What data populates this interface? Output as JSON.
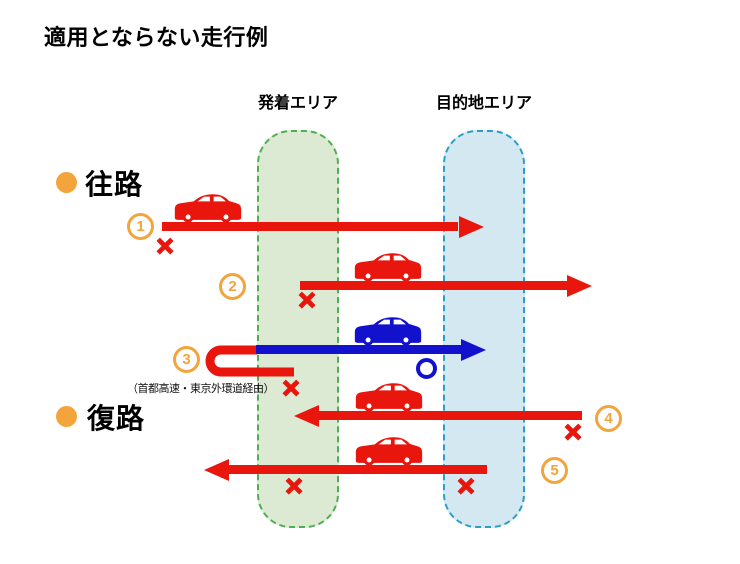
{
  "title": "適用とならない走行例",
  "areas": {
    "departure": {
      "label": "発着エリア"
    },
    "destination": {
      "label": "目的地エリア"
    }
  },
  "sections": {
    "outbound": {
      "label": "往路"
    },
    "return": {
      "label": "復路"
    }
  },
  "routes": [
    {
      "number": "1"
    },
    {
      "number": "2"
    },
    {
      "number": "3",
      "note": "（首都高速・東京外環道経由）"
    },
    {
      "number": "4"
    },
    {
      "number": "5"
    }
  ],
  "marks": {
    "ng": "×"
  },
  "icons": {
    "car": "car-icon",
    "ng_mark": "x-mark",
    "ok_mark": "circle-mark",
    "section_bullet": "bullet-circle"
  },
  "colors": {
    "ng_red": "#e8160d",
    "ok_blue": "#1212cc",
    "accent_orange": "#f3a43d",
    "departure_fill": "#dcead3",
    "departure_border": "#4fae53",
    "destination_fill": "#d4e8f2",
    "destination_border": "#2b9ec7"
  }
}
